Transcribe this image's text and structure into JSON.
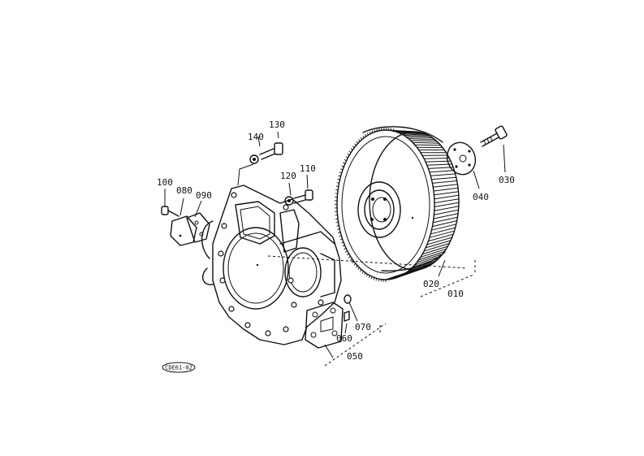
{
  "diagram": {
    "parts": [
      {
        "id": "010",
        "label": "010"
      },
      {
        "id": "020",
        "label": "020"
      },
      {
        "id": "030",
        "label": "030"
      },
      {
        "id": "040",
        "label": "040"
      },
      {
        "id": "050",
        "label": "050"
      },
      {
        "id": "060",
        "label": "060"
      },
      {
        "id": "070",
        "label": "070"
      },
      {
        "id": "080",
        "label": "080"
      },
      {
        "id": "090",
        "label": "090"
      },
      {
        "id": "100",
        "label": "100"
      },
      {
        "id": "110",
        "label": "110"
      },
      {
        "id": "120",
        "label": "120"
      },
      {
        "id": "130",
        "label": "130"
      },
      {
        "id": "140",
        "label": "140"
      }
    ],
    "code_badge": "CDE61-02"
  }
}
